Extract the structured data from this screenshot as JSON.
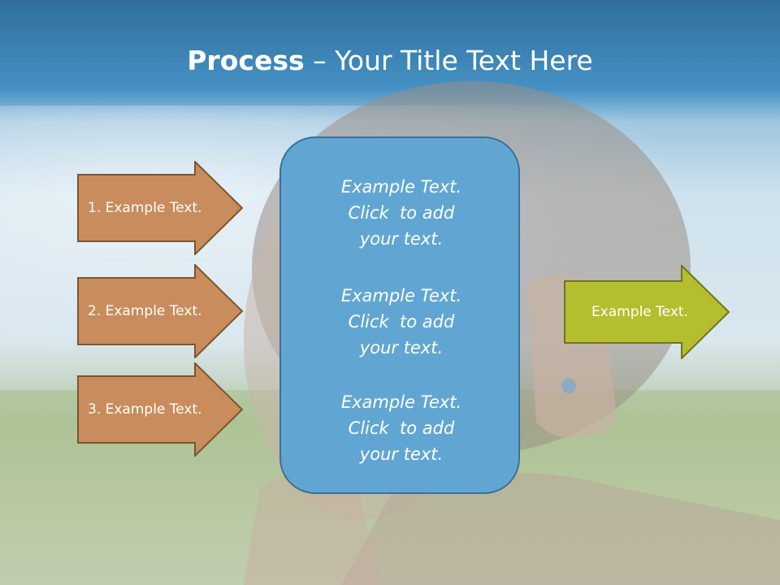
{
  "slide": {
    "title_bold": "Process",
    "title_rest": " – Your Title Text Here"
  },
  "left_arrows": [
    {
      "label": "1. Example Text.",
      "color": "#c98c5c"
    },
    {
      "label": "2. Example Text.",
      "color": "#c98c5c"
    },
    {
      "label": "3. Example Text.",
      "color": "#c98c5c"
    }
  ],
  "center_box": {
    "color": "#61a6d3",
    "blocks": [
      {
        "line1": "Example Text.",
        "line2": "Click  to add",
        "line3": "your text."
      },
      {
        "line1": "Example Text.",
        "line2": "Click  to add",
        "line3": "your text."
      },
      {
        "line1": "Example Text.",
        "line2": "Click  to add",
        "line3": "your text."
      }
    ]
  },
  "right_arrow": {
    "label": "Example Text.",
    "color": "#b5be2f"
  }
}
